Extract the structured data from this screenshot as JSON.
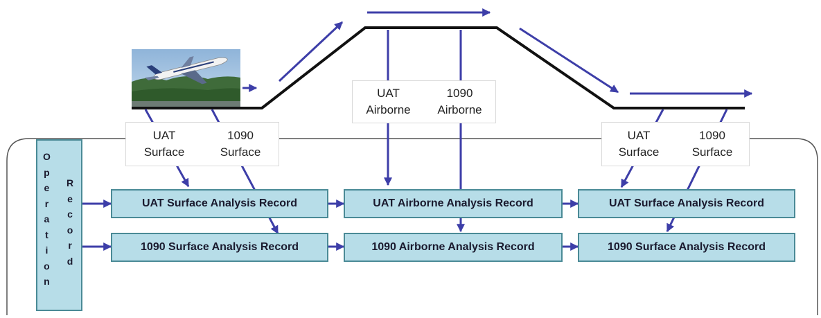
{
  "colors": {
    "arrow": "#3d3ea8",
    "path": "#111111",
    "record_fill": "#b7dde8",
    "record_border": "#4a8a96"
  },
  "image": {
    "icon": "airplane-takeoff-photo"
  },
  "labels": {
    "takeoff_uat": [
      "UAT",
      "Surface"
    ],
    "takeoff_1090": [
      "1090",
      "Surface"
    ],
    "airborne_uat": [
      "UAT",
      "Airborne"
    ],
    "airborne_1090": [
      "1090",
      "Airborne"
    ],
    "landing_uat": [
      "UAT",
      "Surface"
    ],
    "landing_1090": [
      "1090",
      "Surface"
    ]
  },
  "operation_record": {
    "column_left": "Operation",
    "column_right": "Record"
  },
  "records": {
    "uat_surface_1": "UAT Surface Analysis Record",
    "uat_airborne": "UAT Airborne Analysis Record",
    "uat_surface_2": "UAT Surface Analysis Record",
    "r1090_surface_1": "1090 Surface Analysis Record",
    "r1090_airborne": "1090 Airborne Analysis Record",
    "r1090_surface_2": "1090 Surface Analysis Record"
  }
}
